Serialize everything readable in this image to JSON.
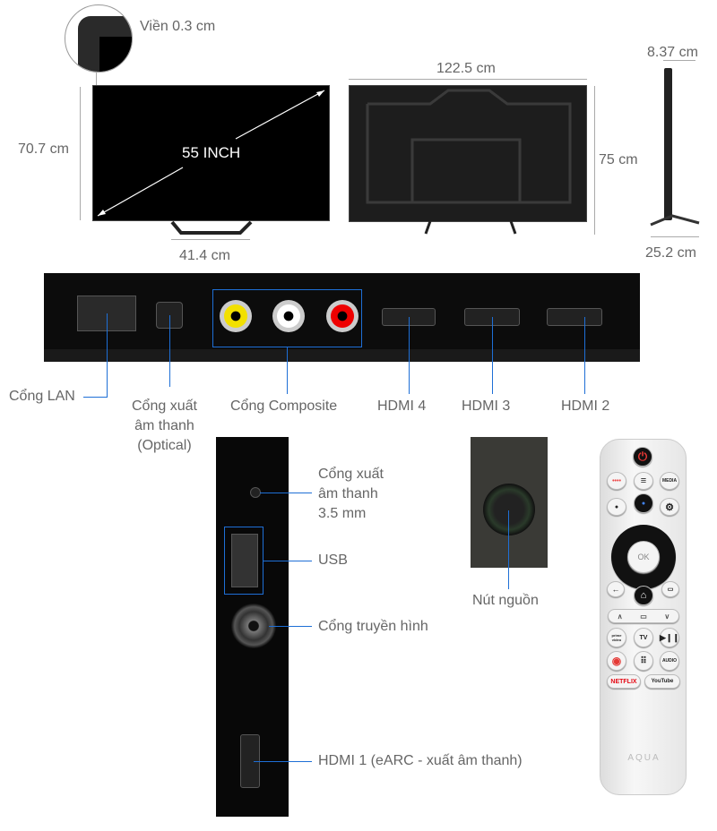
{
  "dimensions": {
    "bezel": "Viền 0.3 cm",
    "height_front": "70.7 cm",
    "screen_size": "55 INCH",
    "stand_width": "41.4 cm",
    "width": "122.5 cm",
    "height_with_stand": "75 cm",
    "depth": "8.37 cm",
    "stand_depth": "25.2 cm"
  },
  "ports": {
    "lan": "Cổng LAN",
    "optical": [
      "Cổng xuất",
      "âm thanh",
      "(Optical)"
    ],
    "composite": "Cổng Composite",
    "hdmi4": "HDMI 4",
    "hdmi3": "HDMI 3",
    "hdmi2": "HDMI 2",
    "audio35": [
      "Cổng xuất",
      "âm thanh",
      "3.5 mm"
    ],
    "usb": "USB",
    "antenna": "Cổng truyền hình",
    "hdmi1": "HDMI 1 (eARC - xuất âm thanh)",
    "power": "Nút nguồn"
  },
  "remote": {
    "media": "MEDIA",
    "ok": "OK",
    "prime": "prime video",
    "tv": "TV",
    "audio": "AUDIO",
    "netflix": "NETFLIX",
    "youtube": "YouTube",
    "brand": "AQUA"
  },
  "colors": {
    "accent_line": "#1e6fd6",
    "netflix": "#e50914",
    "power": "#e53935"
  }
}
